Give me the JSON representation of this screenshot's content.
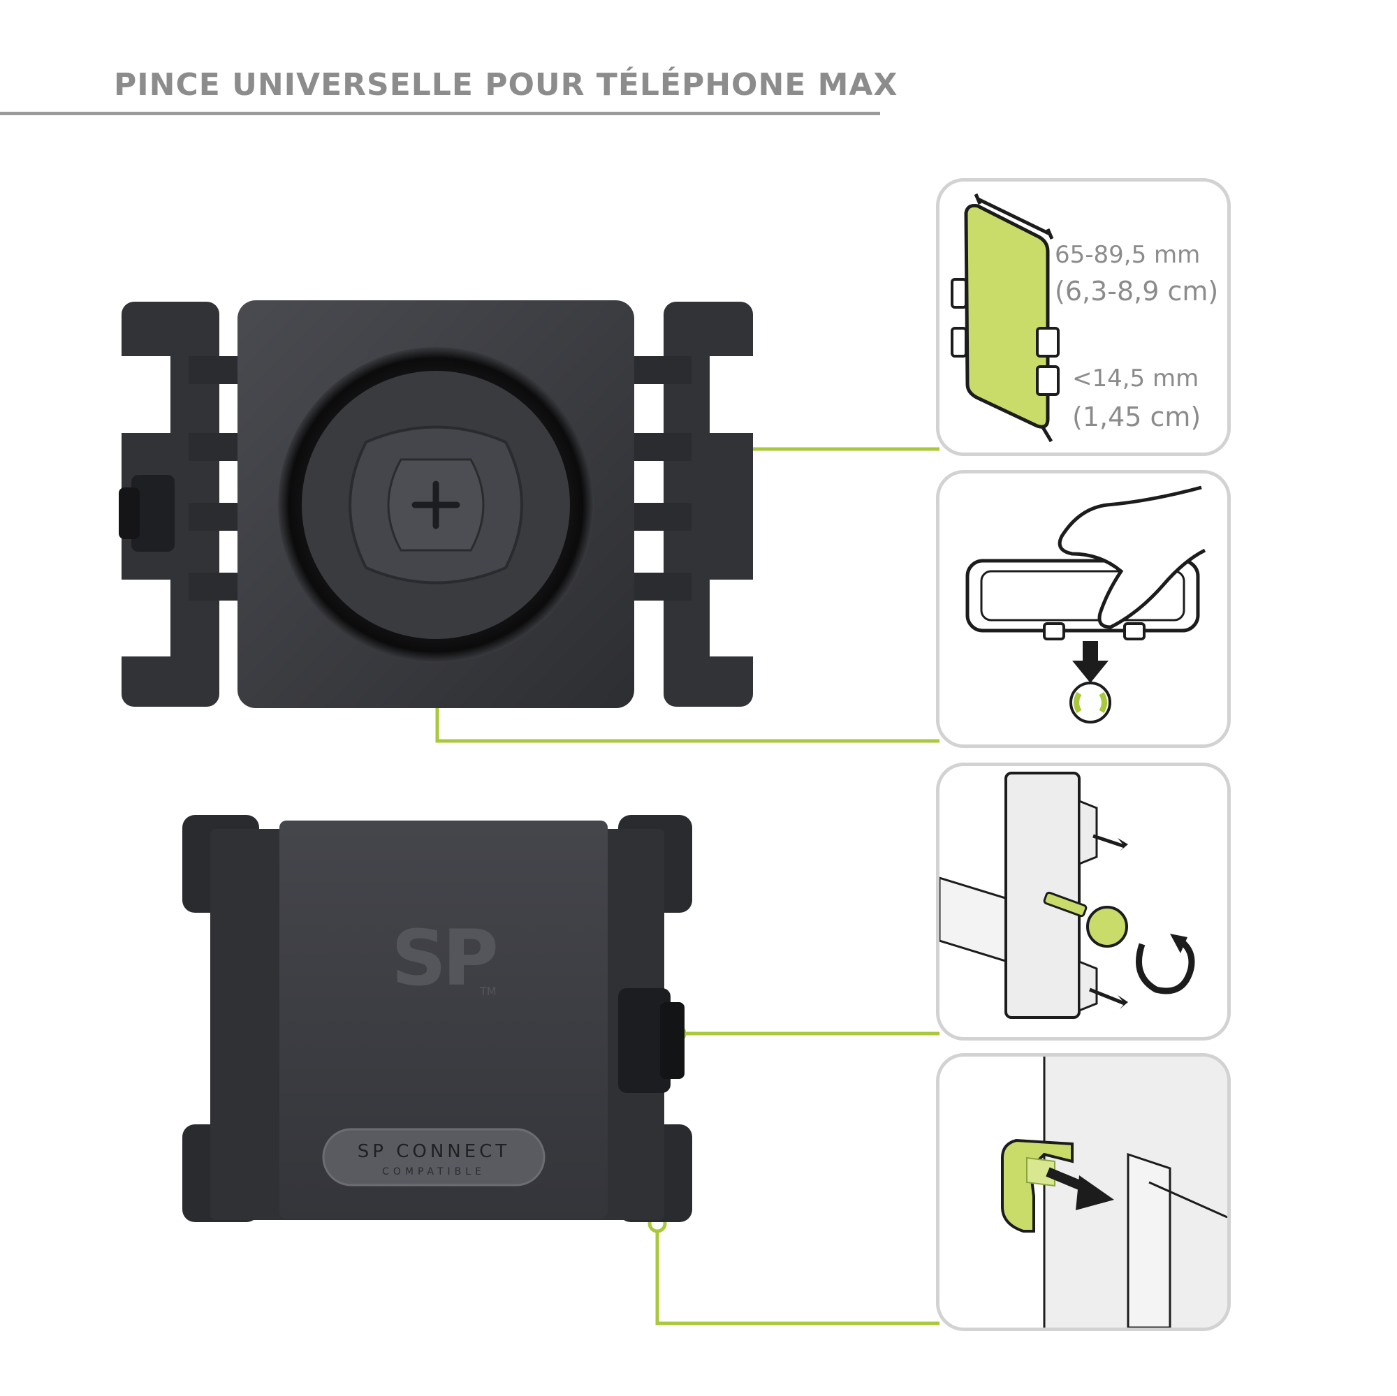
{
  "header": {
    "title": "PINCE UNIVERSELLE POUR TÉLÉPHONE MAX"
  },
  "colors": {
    "accent": "#a9c83c",
    "accent_fill": "#c9dc6a",
    "panel_border": "#d2d2d2",
    "title": "#8c8c8c",
    "product": "#3b3c40"
  },
  "panels": {
    "dimensions": {
      "width_range": "65-89,5 mm",
      "width_range_cm": "(6,3-8,9 cm)",
      "thickness": "<14,5 mm",
      "thickness_cm": "(1,45 cm)"
    }
  },
  "product_back": {
    "logo": "SP",
    "tm": "TM",
    "badge_line1": "SP CONNECT",
    "badge_line2": "COMPATIBLE"
  },
  "icons": [
    "phone-size-icon",
    "phone-insert-hand-icon",
    "screw-rotate-icon",
    "clip-release-icon"
  ]
}
